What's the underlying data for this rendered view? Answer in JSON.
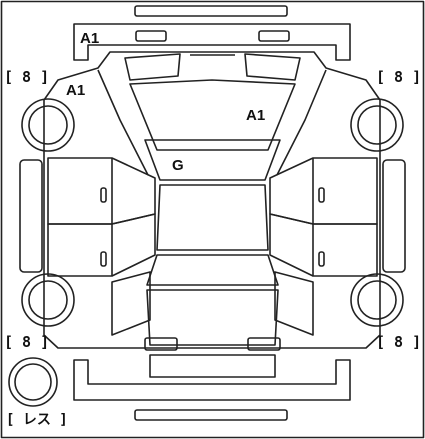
{
  "markers": {
    "front_bumper": "A1",
    "front_left_fender": "A1",
    "hood": "A1",
    "windshield": "G",
    "tire_front_left": "[ 8 ]",
    "tire_front_right": "[ 8 ]",
    "tire_rear_left": "[ 8 ]",
    "tire_rear_right": "[ 8 ]",
    "spare_tire": "[ レス ]"
  }
}
